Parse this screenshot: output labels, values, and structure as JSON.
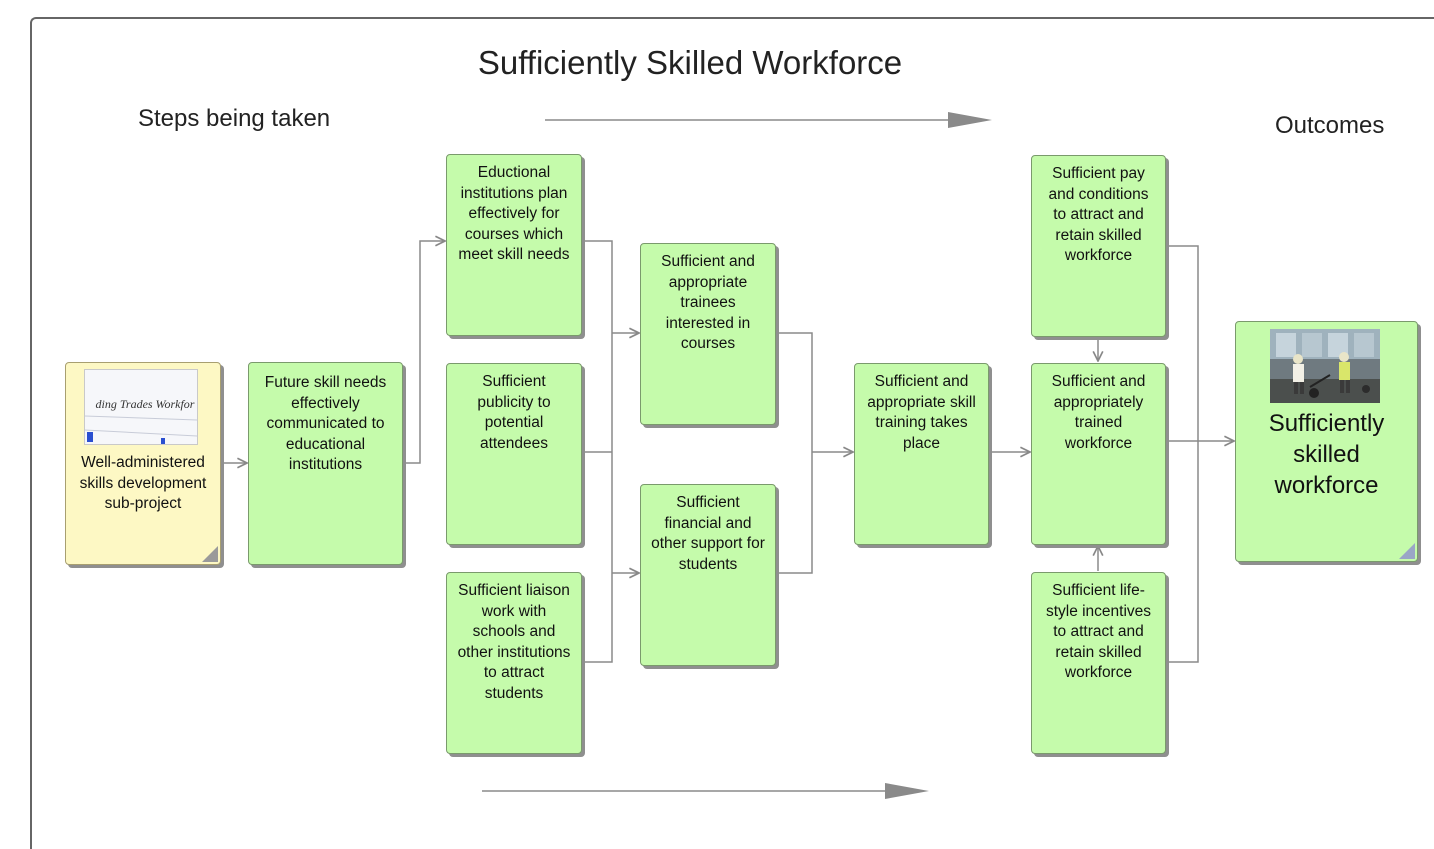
{
  "diagram": {
    "title": "Sufficiently Skilled Workforce",
    "label_left": "Steps being taken",
    "label_right": "Outcomes",
    "colors": {
      "node_fill": "#c5fbab",
      "start_fill": "#fdf8c4",
      "line": "#888888"
    },
    "nodes": {
      "start": {
        "text": "Well-administered skills development sub-project",
        "thumbnail_caption": "ding Trades Workfor"
      },
      "communicate": {
        "text": "Future skill needs effectively communicated to educational institutions"
      },
      "plan": {
        "text": "Eductional institutions plan effectively for courses which meet skill needs"
      },
      "publicity": {
        "text": "Sufficient publicity to potential attendees"
      },
      "liaison": {
        "text": "Sufficient liaison work with schools and other institutions to attract students"
      },
      "trainees": {
        "text": "Sufficient and appropriate trainees interested in courses"
      },
      "financial": {
        "text": "Sufficient financial and other support for students"
      },
      "training": {
        "text": "Sufficient and appropriate skill training takes place"
      },
      "pay": {
        "text": "Sufficient pay and conditions to attract and retain skilled workforce"
      },
      "trained": {
        "text": "Sufficient and appropriately trained workforce"
      },
      "lifestyle": {
        "text": "Sufficient life-style incentives to attract and retain skilled workforce"
      },
      "outcome": {
        "text": "Sufficiently skilled workforce",
        "image": "construction-workers-photo"
      }
    }
  }
}
